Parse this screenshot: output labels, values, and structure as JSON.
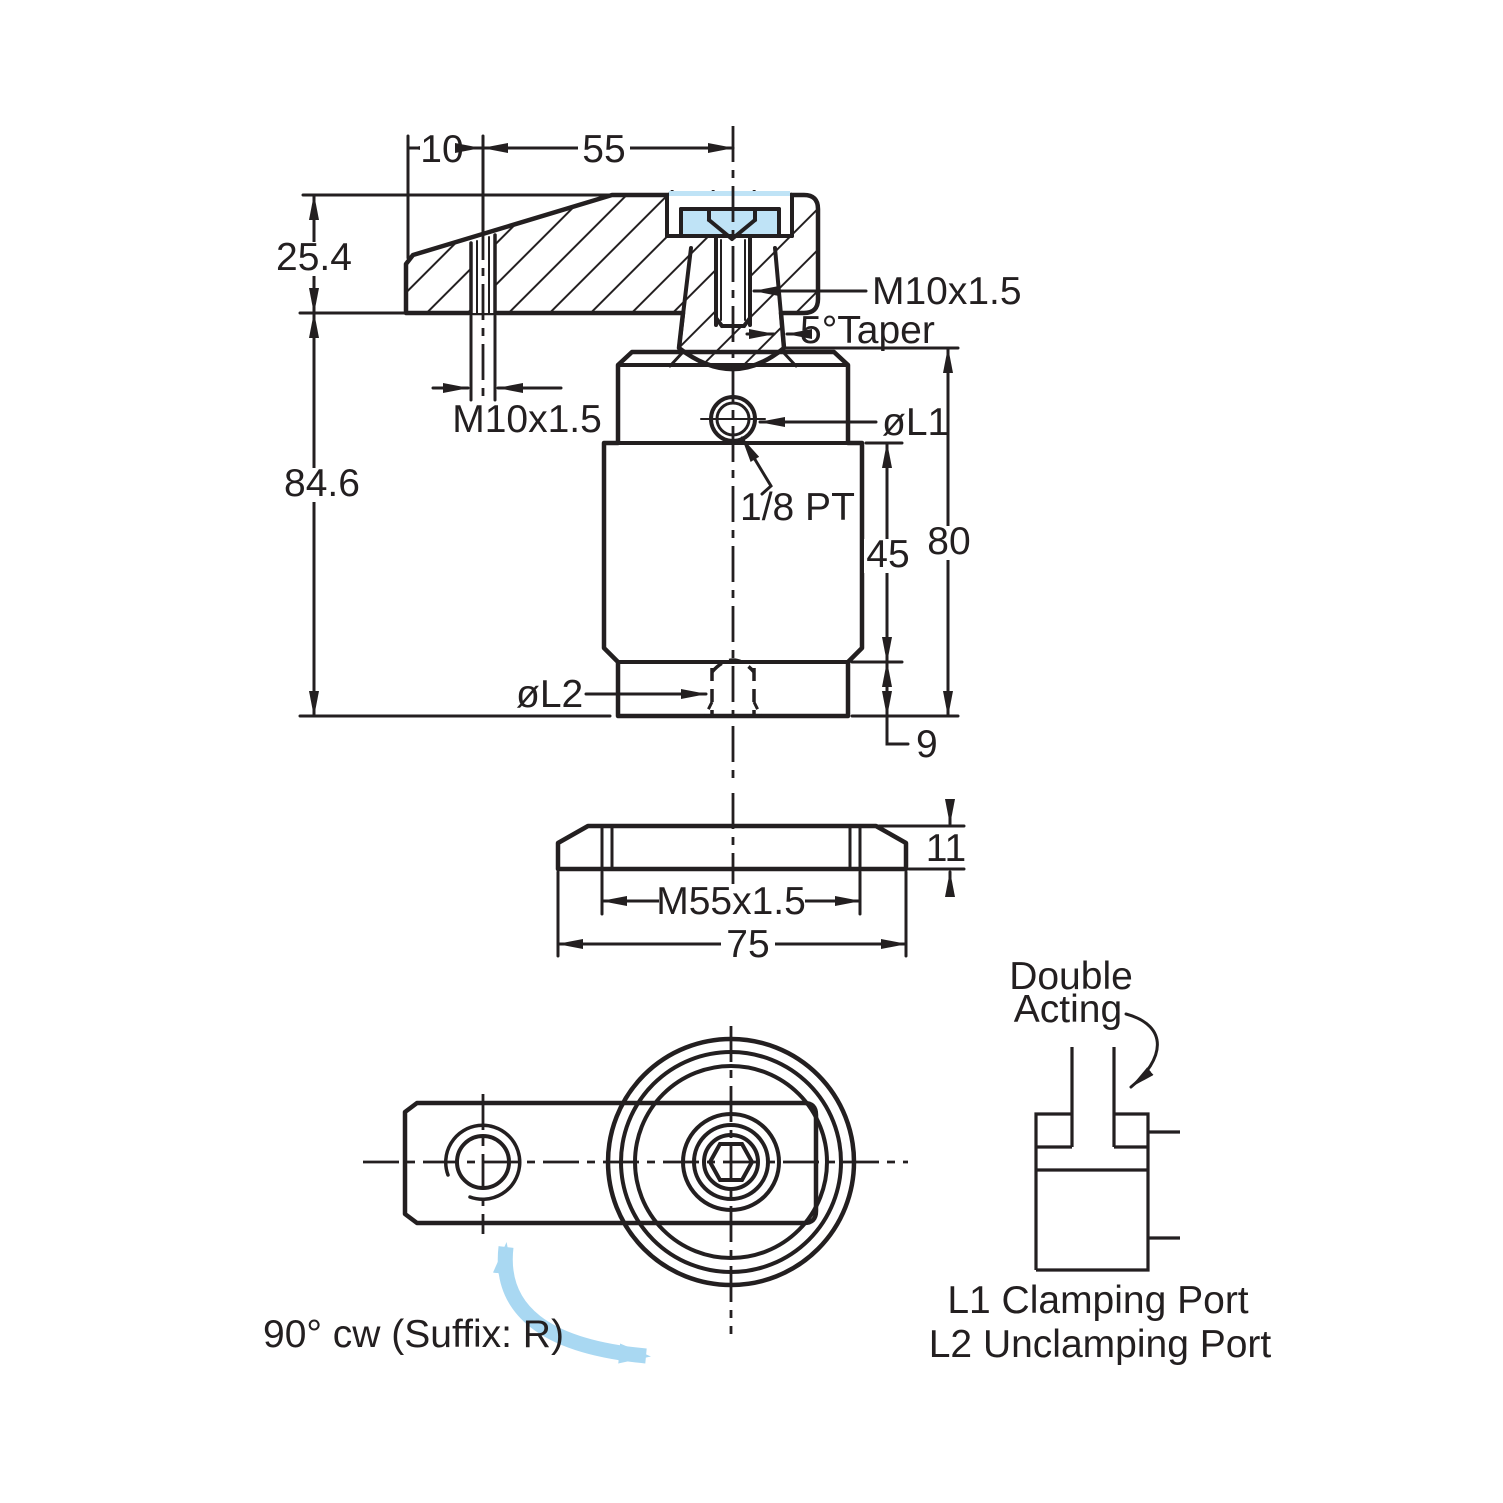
{
  "colors": {
    "part_fill": "#BFE3F6",
    "line": "#231F20",
    "swing_arrow": "#A9D8F2"
  },
  "front_view": {
    "dim_arm_pivot_offset": "10",
    "dim_arm_reach": "55",
    "dim_arm_height": "25.4",
    "dim_under_arm_height": "84.6",
    "label_arm_tapped_hole": "M10x1.5",
    "label_clamp_screw": "M10x1.5",
    "label_rod_taper": "5°Taper",
    "label_clamp_port": "øL1",
    "label_port_thread": "1/8 PT",
    "dim_body_length": "45",
    "dim_total_body": "80",
    "dim_lower_boss": "9",
    "label_unclamp_port": "øL2"
  },
  "flange_nut_view": {
    "dim_thickness": "11",
    "label_thread": "M55x1.5",
    "dim_outer_width": "75"
  },
  "top_view": {
    "label_rotation": "90° cw (Suffix: R)"
  },
  "schematic": {
    "label_action_line1": "Double",
    "label_action_line2": "Acting",
    "label_l1": "L1 Clamping Port",
    "label_l2": "L2 Unclamping Port"
  }
}
